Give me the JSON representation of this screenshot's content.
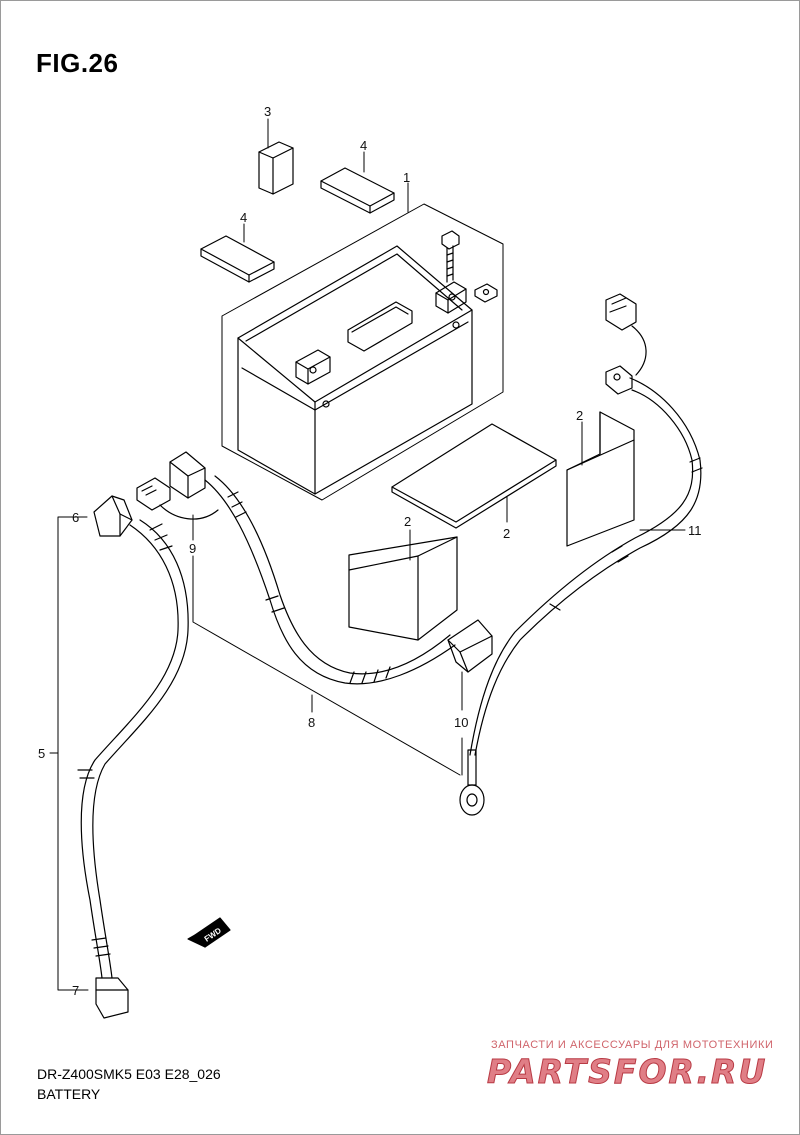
{
  "figure": {
    "title": "FIG.26",
    "model_code": "DR-Z400SMK5 E03 E28_026",
    "diagram_name": "BATTERY"
  },
  "callouts": {
    "c1": "1",
    "c2a": "2",
    "c2b": "2",
    "c2c": "2",
    "c3": "3",
    "c4a": "4",
    "c4b": "4",
    "c5": "5",
    "c6": "6",
    "c7": "7",
    "c8": "8",
    "c9": "9",
    "c10": "10",
    "c11": "11"
  },
  "direction_marker": {
    "label": "FWD",
    "icon": "fwd-arrow-icon"
  },
  "watermark": {
    "tagline": "ЗАПЧАСТИ И АКСЕССУАРЫ ДЛЯ МОТОТЕХНИКИ",
    "logo_text": "PARTSFOR.RU",
    "color": "#e07e86"
  }
}
